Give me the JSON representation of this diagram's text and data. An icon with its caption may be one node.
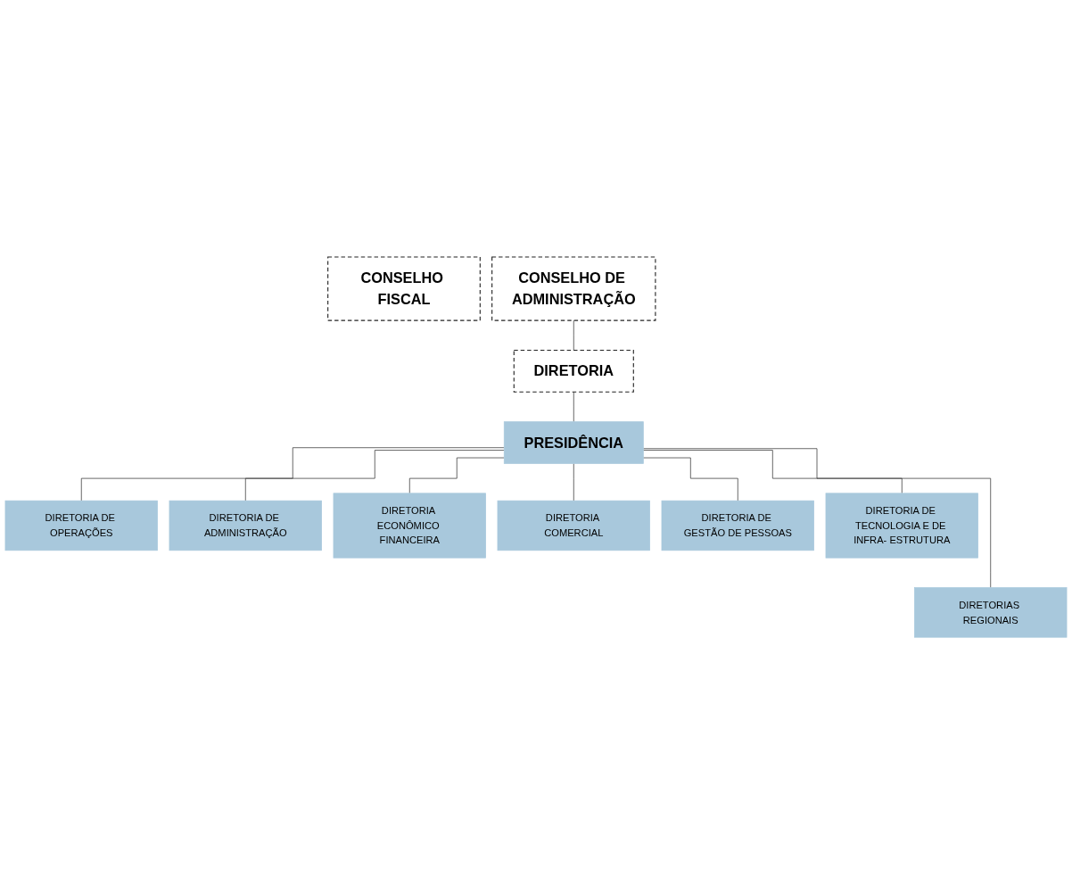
{
  "diagram": {
    "nodes": [
      {
        "text": [
          "CONSELHO FISCAL"
        ]
      },
      {
        "text": [
          "CONSELHO DE ADMINISTRAÇÃO"
        ]
      },
      {
        "text": [
          "DIRETORIA"
        ]
      },
      {
        "text": [
          "PRESIDÊNCIA"
        ]
      },
      {
        "text": [
          "DIRETORIA DE OPERAÇÕES"
        ]
      },
      {
        "text": [
          "DIRETORIA DE ADMINISTRAÇÃO"
        ]
      },
      {
        "text": [
          "DIRETORIA ECONÔMICO FINANCEIRA"
        ]
      },
      {
        "text": [
          "DIRETORIA COMERCIAL"
        ]
      },
      {
        "text": [
          "DIRETORIA DE GESTÃO DE PESSOAS"
        ]
      },
      {
        "text": [
          "DIRETORIA DE TECNOLOGIA E DE INFRA- ESTRUTURA"
        ]
      },
      {
        "text": [
          "DIRETORIAS REGIONAIS"
        ]
      }
    ],
    "edges": [
      {
        "from": 1,
        "to": 2,
        "arrow": "none"
      },
      {
        "from": 2,
        "to": 3,
        "arrow": "none"
      },
      {
        "from": 3,
        "to": 4,
        "arrow": "none"
      },
      {
        "from": 3,
        "to": 5,
        "arrow": "none"
      },
      {
        "from": 3,
        "to": 6,
        "arrow": "none"
      },
      {
        "from": 3,
        "to": 7,
        "arrow": "none"
      },
      {
        "from": 3,
        "to": 8,
        "arrow": "none"
      },
      {
        "from": 3,
        "to": 9,
        "arrow": "none"
      },
      {
        "from": 3,
        "to": 10,
        "arrow": "none"
      }
    ]
  }
}
